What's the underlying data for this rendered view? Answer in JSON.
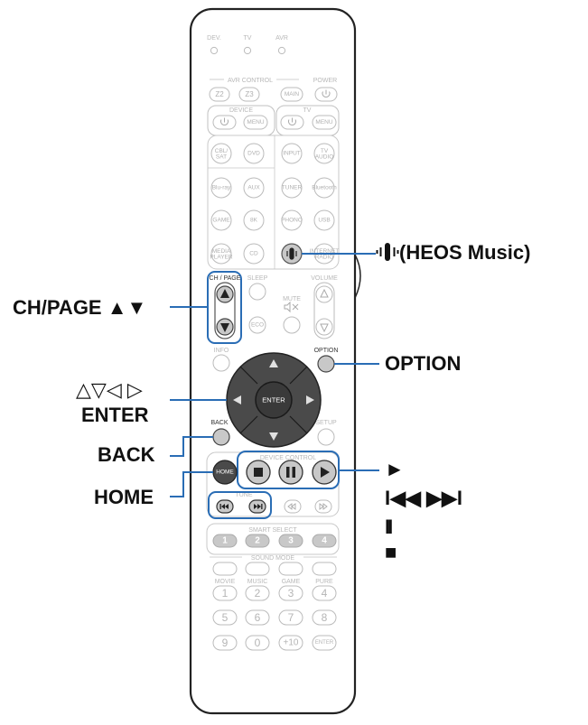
{
  "remote": {
    "zone_labels": [
      "DEV.",
      "TV",
      "AVR"
    ],
    "avr_control_label": "AVR CONTROL",
    "power_label": "POWER",
    "zone_buttons": [
      "Z2",
      "Z3",
      "MAIN"
    ],
    "device_label": "DEVICE",
    "tv_label": "TV",
    "menu_label": "MENU",
    "input_label": "INPUT",
    "source_rows": [
      [
        "CBL/\nSAT",
        "DVD",
        "",
        ""
      ],
      [
        "Blu-ray",
        "AUX",
        "TUNER",
        "Bluetooth"
      ],
      [
        "GAME",
        "8K",
        "PHONO",
        "USB"
      ],
      [
        "MEDIA\nPLAYER",
        "CD",
        "",
        "INTERNET\nRADIO"
      ]
    ],
    "tv_audio_label": "TV\nAUDIO",
    "ch_page_label": "CH / PAGE",
    "sleep_label": "SLEEP",
    "volume_label": "VOLUME",
    "mute_label": "MUTE",
    "eco_label": "ECO",
    "info_label": "INFO",
    "option_label": "OPTION",
    "enter_label": "ENTER",
    "back_label": "BACK",
    "setup_label": "SETUP",
    "home_label": "HOME",
    "device_control_label": "DEVICE CONTROL",
    "tune_label": "TUNE",
    "smart_select_label": "SMART SELECT",
    "smart_select_buttons": [
      "1",
      "2",
      "3",
      "4"
    ],
    "sound_mode_label": "SOUND MODE",
    "sound_mode_names": [
      "MOVIE",
      "MUSIC",
      "GAME",
      "PURE"
    ],
    "number_rows": [
      [
        "1",
        "2",
        "3",
        "4"
      ],
      [
        "5",
        "6",
        "7",
        "8"
      ],
      [
        "9",
        "0",
        "+10",
        "ENTER"
      ]
    ]
  },
  "callouts": {
    "heos_music": "(HEOS Music)",
    "ch_page": "CH/PAGE ▲▼",
    "option": "OPTION",
    "cursor_arrows": "△▽◁ ▷",
    "enter": "ENTER",
    "back": "BACK",
    "home": "HOME",
    "play": "►",
    "skip": "I◀◀ ▶▶I",
    "pause": "II",
    "stop": "■"
  },
  "colors": {
    "highlight_blue": "#2a6db5",
    "dark_button": "#4a4a4a",
    "callout_button": "#c8c8c8",
    "body_outline": "#222222",
    "faint_outline": "#b8b8b8"
  }
}
